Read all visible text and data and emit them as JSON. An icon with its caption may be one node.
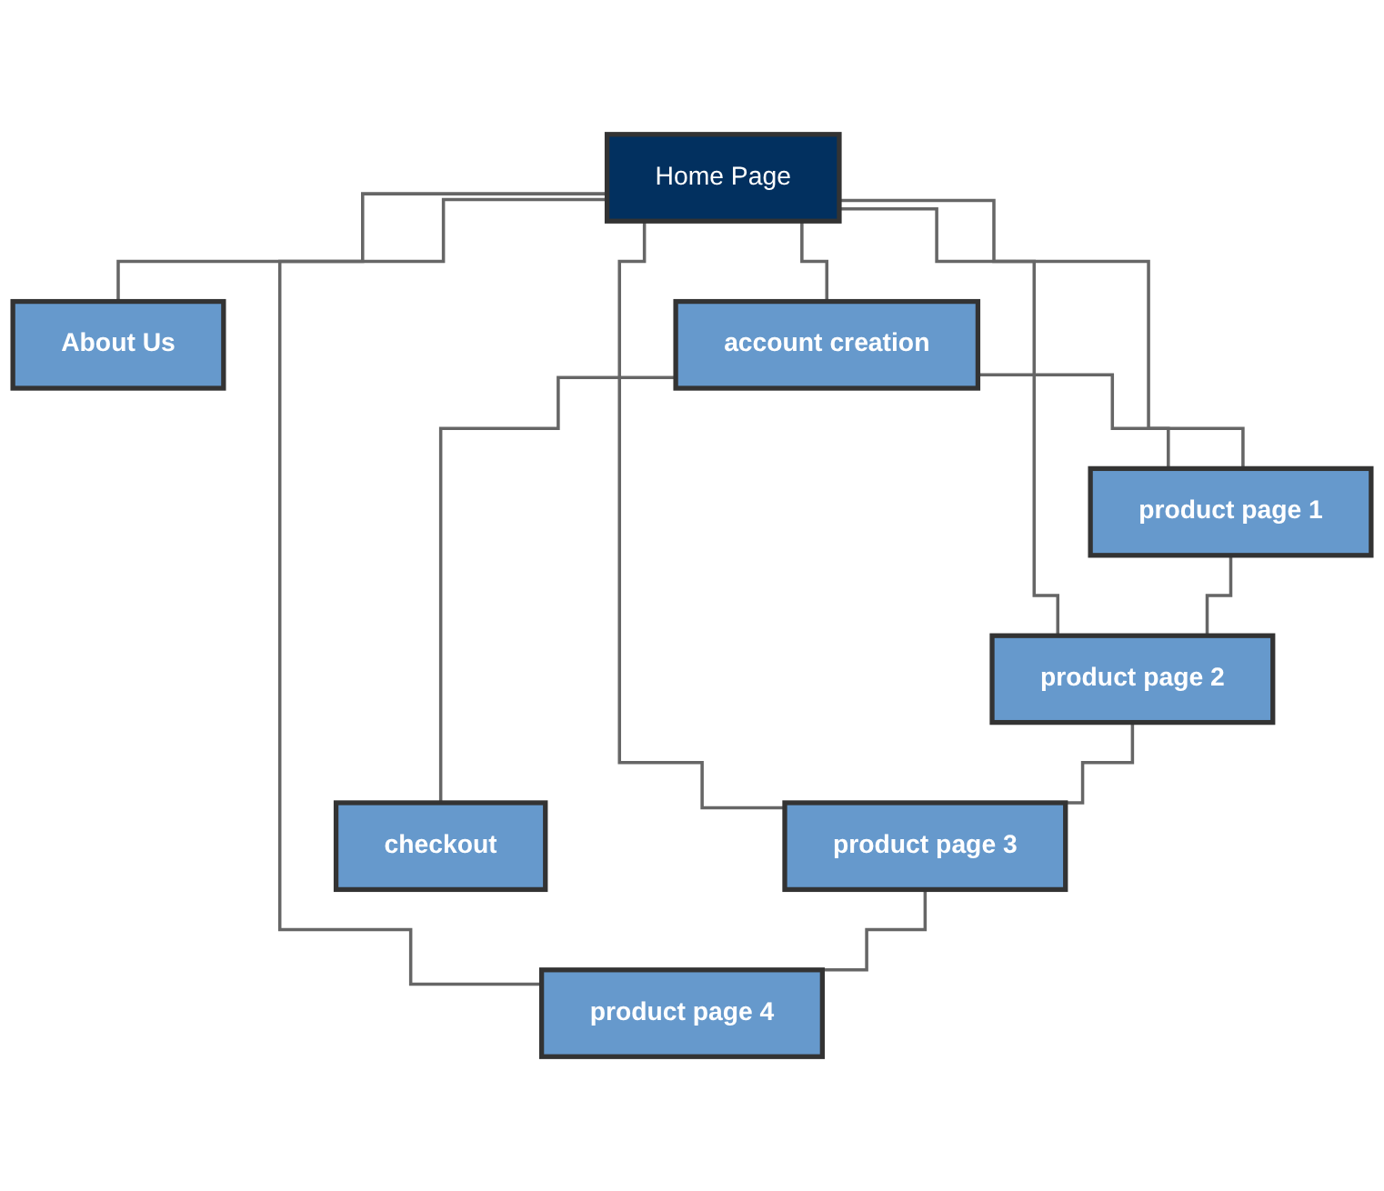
{
  "diagram": {
    "nodes": [
      {
        "text": [
          "Home Page"
        ]
      },
      {
        "text": [
          "About Us"
        ]
      },
      {
        "text": [
          "account creation"
        ]
      },
      {
        "text": [
          "product page 1"
        ]
      },
      {
        "text": [
          "product page 2"
        ]
      },
      {
        "text": [
          "product page 3"
        ]
      },
      {
        "text": [
          "product page 4"
        ]
      },
      {
        "text": [
          "checkout"
        ]
      }
    ],
    "edges": [
      {
        "from": 0,
        "to": 1,
        "arrow": "none"
      },
      {
        "from": 0,
        "to": 2,
        "arrow": "none"
      },
      {
        "from": 0,
        "to": 3,
        "arrow": "none"
      },
      {
        "from": 0,
        "to": 4,
        "arrow": "none"
      },
      {
        "from": 0,
        "to": 5,
        "arrow": "none"
      },
      {
        "from": 0,
        "to": 6,
        "arrow": "none"
      },
      {
        "from": 2,
        "to": 3,
        "arrow": "none"
      },
      {
        "from": 2,
        "to": 7,
        "arrow": "none"
      },
      {
        "from": 3,
        "to": 4,
        "arrow": "none"
      },
      {
        "from": 4,
        "to": 5,
        "arrow": "none"
      },
      {
        "from": 5,
        "to": 6,
        "arrow": "none"
      }
    ]
  }
}
